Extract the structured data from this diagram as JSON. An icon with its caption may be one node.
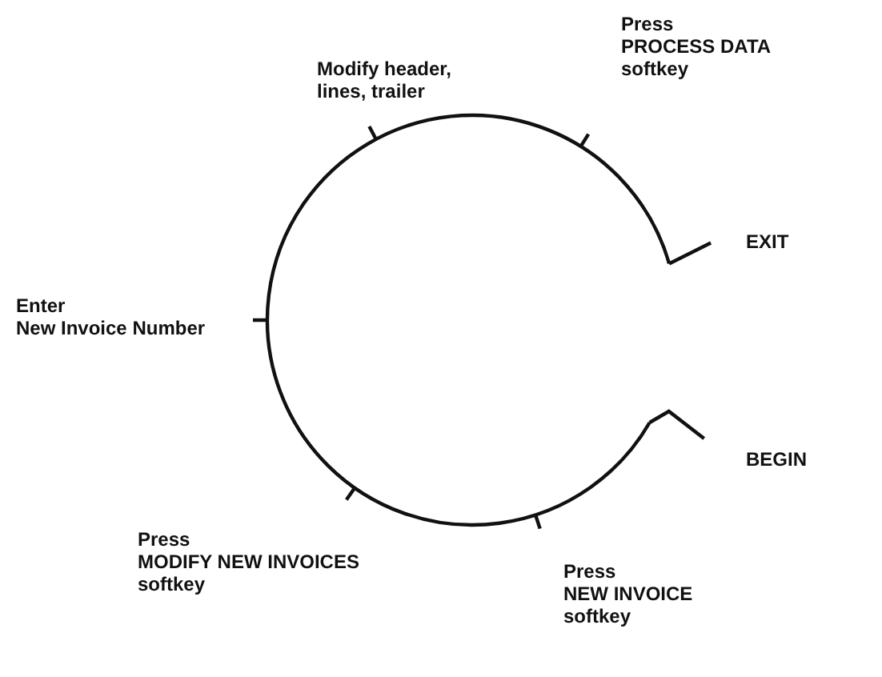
{
  "diagram": {
    "labels": [
      "Press PROCESS DATA softkey",
      "Modify header, lines, trailer",
      "EXIT",
      "Enter New Invoice Number",
      "BEGIN",
      "Press MODIFY NEW INVOICES softkey",
      "Press NEW INVOICE softkey"
    ]
  }
}
